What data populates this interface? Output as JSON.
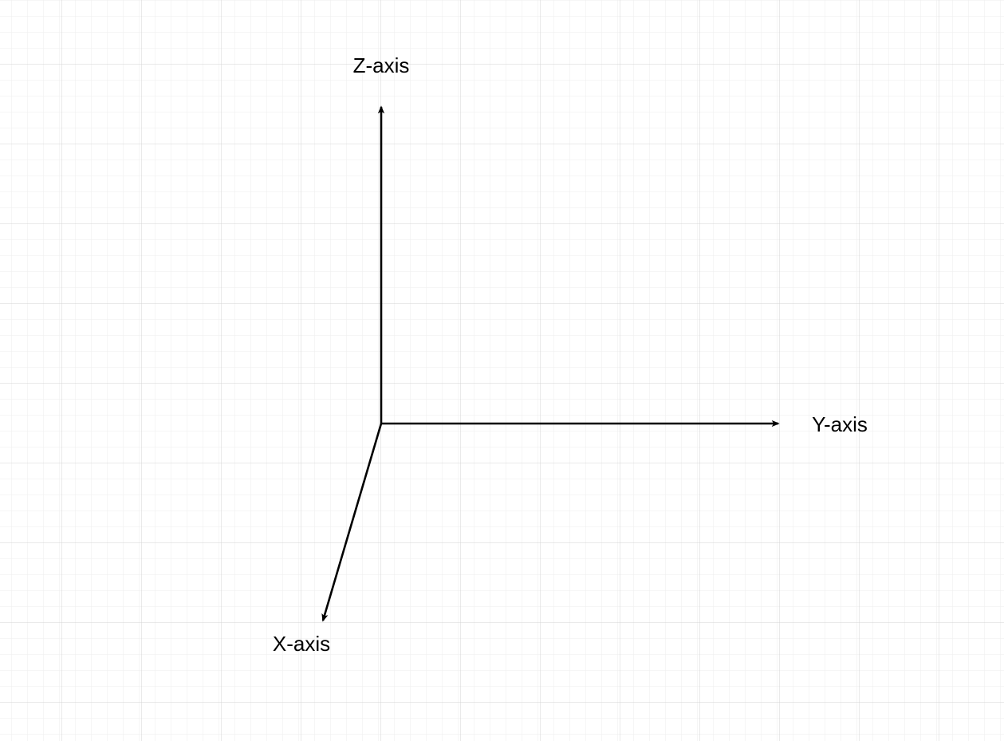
{
  "diagram": {
    "labels": {
      "z_axis": "Z-axis",
      "y_axis": "Y-axis",
      "x_axis": "X-axis"
    }
  }
}
